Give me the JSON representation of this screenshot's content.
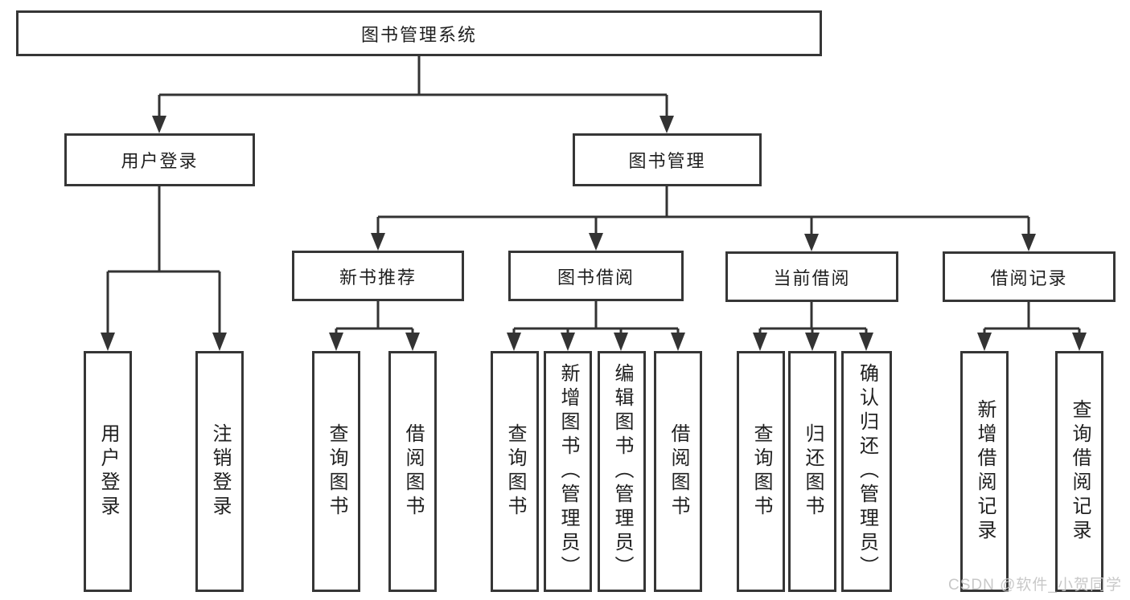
{
  "tree": {
    "root": {
      "label": "图书管理系统"
    },
    "level2": [
      {
        "label": "用户登录"
      },
      {
        "label": "图书管理"
      }
    ],
    "level3": [
      {
        "label": "新书推荐"
      },
      {
        "label": "图书借阅"
      },
      {
        "label": "当前借阅"
      },
      {
        "label": "借阅记录"
      }
    ],
    "leaves": {
      "login": [
        "用户登录",
        "注销登录"
      ],
      "recommend": [
        "查询图书",
        "借阅图书"
      ],
      "borrow": [
        "查询图书",
        "新增图书（管理员）",
        "编辑图书（管理员）",
        "借阅图书"
      ],
      "current": [
        "查询图书",
        "归还图书",
        "确认归还（管理员）"
      ],
      "records": [
        "新增借阅记录",
        "查询借阅记录"
      ]
    }
  },
  "watermark": {
    "text": "CSDN @软件_小贺同学"
  },
  "colors": {
    "line": "#333333",
    "box_border": "#363636",
    "text": "#1f1f1f",
    "watermark": "#c6c6c6",
    "background": "#ffffff"
  }
}
